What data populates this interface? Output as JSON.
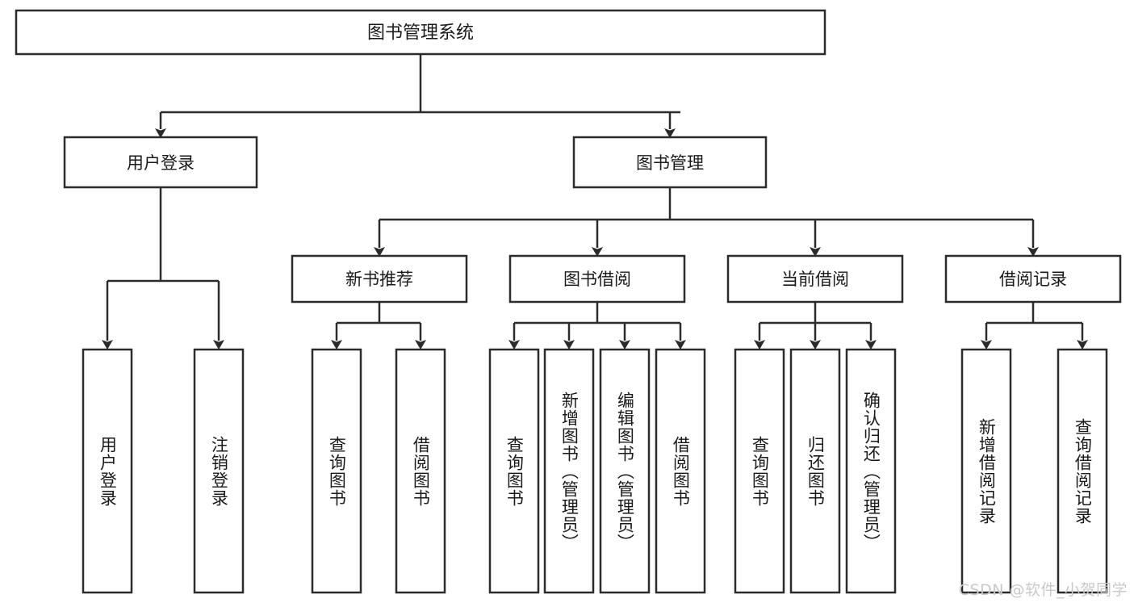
{
  "diagram": {
    "type": "tree-hierarchy",
    "title": "图书管理系统",
    "watermark": "CSDN @软件_小贺同学",
    "colors": {
      "stroke": "#2b2b2b",
      "fill": "#ffffff",
      "text": "#1a1a1a",
      "watermark": "#c9c9c9"
    },
    "root": {
      "label": "图书管理系统"
    },
    "level2": [
      {
        "label": "用户登录"
      },
      {
        "label": "图书管理"
      }
    ],
    "level3": [
      {
        "label": "新书推荐"
      },
      {
        "label": "图书借阅"
      },
      {
        "label": "当前借阅"
      },
      {
        "label": "借阅记录"
      }
    ],
    "leaves": {
      "user_login": [
        {
          "label": "用户登录"
        },
        {
          "label": "注销登录"
        }
      ],
      "new_book": [
        {
          "label": "查询图书"
        },
        {
          "label": "借阅图书"
        }
      ],
      "book_borrow": [
        {
          "label": "查询图书"
        },
        {
          "label": "新增图书（管理员）"
        },
        {
          "label": "编辑图书（管理员）"
        },
        {
          "label": "借阅图书"
        }
      ],
      "current_borrow": [
        {
          "label": "查询图书"
        },
        {
          "label": "归还图书"
        },
        {
          "label": "确认归还（管理员）"
        }
      ],
      "borrow_records": [
        {
          "label": "新增借阅记录"
        },
        {
          "label": "查询借阅记录"
        }
      ]
    }
  }
}
